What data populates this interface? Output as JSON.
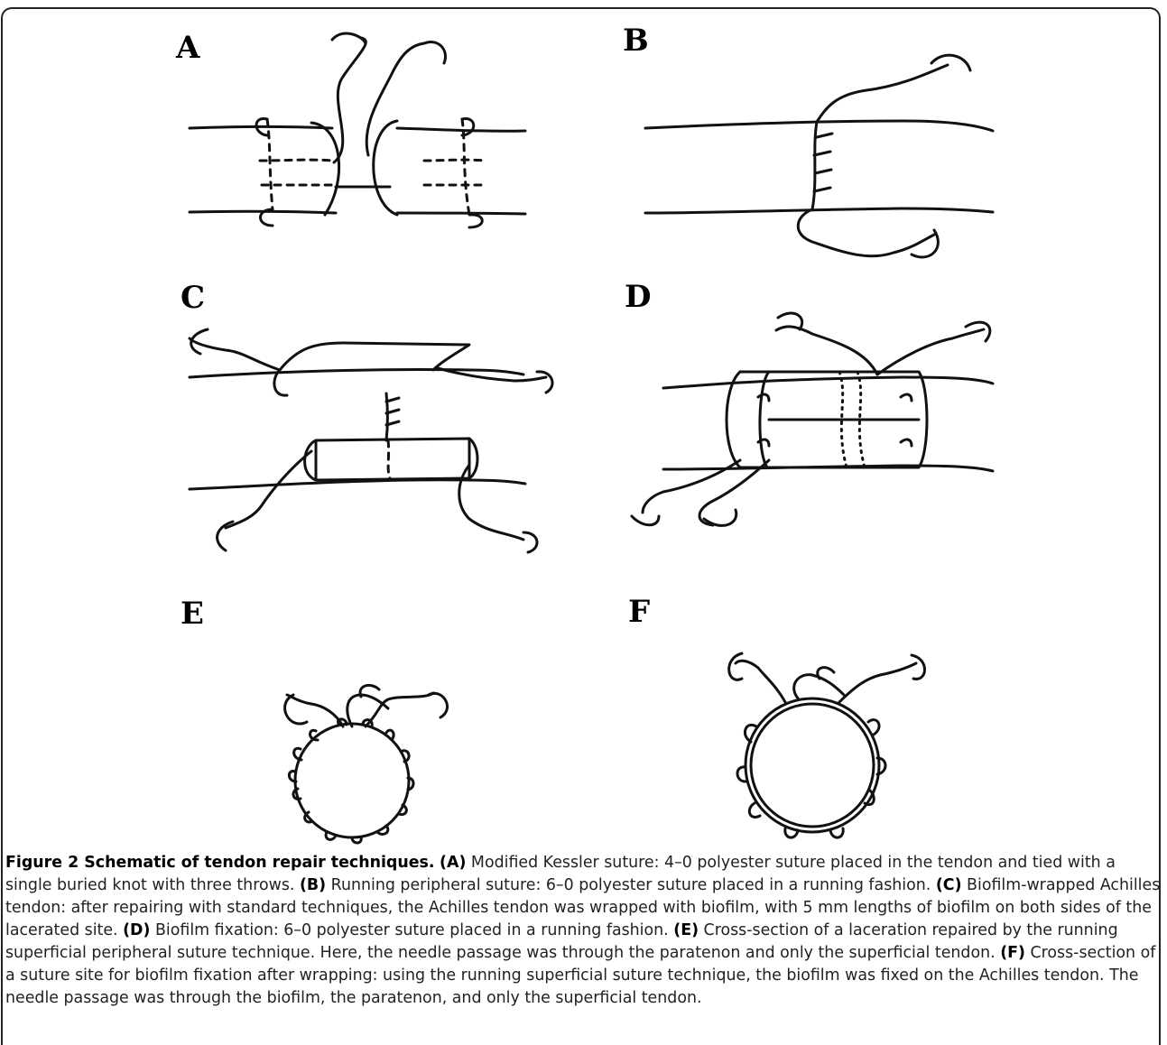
{
  "panels": {
    "a": "A",
    "b": "B",
    "c": "C",
    "d": "D",
    "e": "E",
    "f": "F"
  },
  "caption": {
    "figure_label": "Figure 2 Schematic of tendon repair techniques.",
    "a_label": "(A)",
    "a_text": " Modified Kessler suture: 4–0 polyester suture placed in the tendon and tied with a single buried knot with three throws. ",
    "b_label": "(B)",
    "b_text": " Running peripheral suture: 6–0 polyester suture placed in a running fashion. ",
    "c_label": "(C)",
    "c_text": " Biofilm-wrapped Achilles tendon: after repairing with standard techniques, the Achilles tendon was wrapped with biofilm, with 5 mm lengths of biofilm on both sides of the lacerated site. ",
    "d_label": "(D)",
    "d_text": " Biofilm fixation: 6–0 polyester suture placed in a running fashion. ",
    "e_label": "(E)",
    "e_text": " Cross-section of a laceration repaired by the running superficial peripheral suture technique. Here, the needle passage was through the paratenon and only the superficial tendon. ",
    "f_label": "(F)",
    "f_text": " Cross-section of a suture site for biofilm fixation after wrapping: using the running superficial suture technique, the biofilm was fixed on the Achilles tendon. The needle passage was through the biofilm, the paratenon, and only the superficial tendon."
  }
}
